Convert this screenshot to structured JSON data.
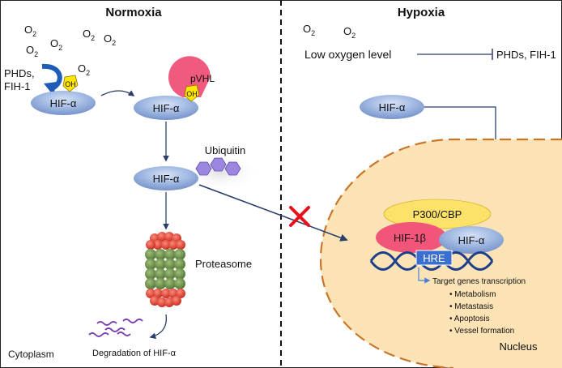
{
  "panels": {
    "left_title": "Normoxia",
    "right_title": "Hypoxia"
  },
  "normoxia": {
    "o2": "O",
    "o2_sub": "2",
    "phds_line1": "PHDs,",
    "phds_line2": "FIH-1",
    "oh": "OH",
    "hif_a": "HIF-α",
    "pvhl": "pVHL",
    "ubiquitin": "Ubiquitin",
    "proteasome": "Proteasome",
    "degradation": "Degradation of HIF-α",
    "cytoplasm": "Cytoplasm"
  },
  "hypoxia": {
    "low_oxygen": "Low oxygen level",
    "inhibited": "PHDs, FIH-1",
    "hif_a": "HIF-α",
    "p300": "P300/CBP",
    "hif_1b": "HIF-1β",
    "hre": "HRE",
    "target_title": "Target genes transcription",
    "targets": [
      "Metabolism",
      "Metastasis",
      "Apoptosis",
      "Vessel formation"
    ],
    "nucleus": "Nucleus"
  },
  "colors": {
    "hif_fill": "#8aa6d6",
    "pvhl": "#f05a7e",
    "oh_yellow": "#ffe600",
    "ubiquitin": "#9b86e0",
    "proteasome_red": "#e83b2a",
    "proteasome_green": "#6a8f45",
    "p300": "#fce26a",
    "hif1b": "#f2557a",
    "hre": "#3a6fd0",
    "dna": "#1f3f8a",
    "nucleus_fill": "#fbe3b6",
    "nucleus_border": "#c9762a",
    "block_x": "#e8111b",
    "degradation_squiggle": "#7b3bb0"
  }
}
